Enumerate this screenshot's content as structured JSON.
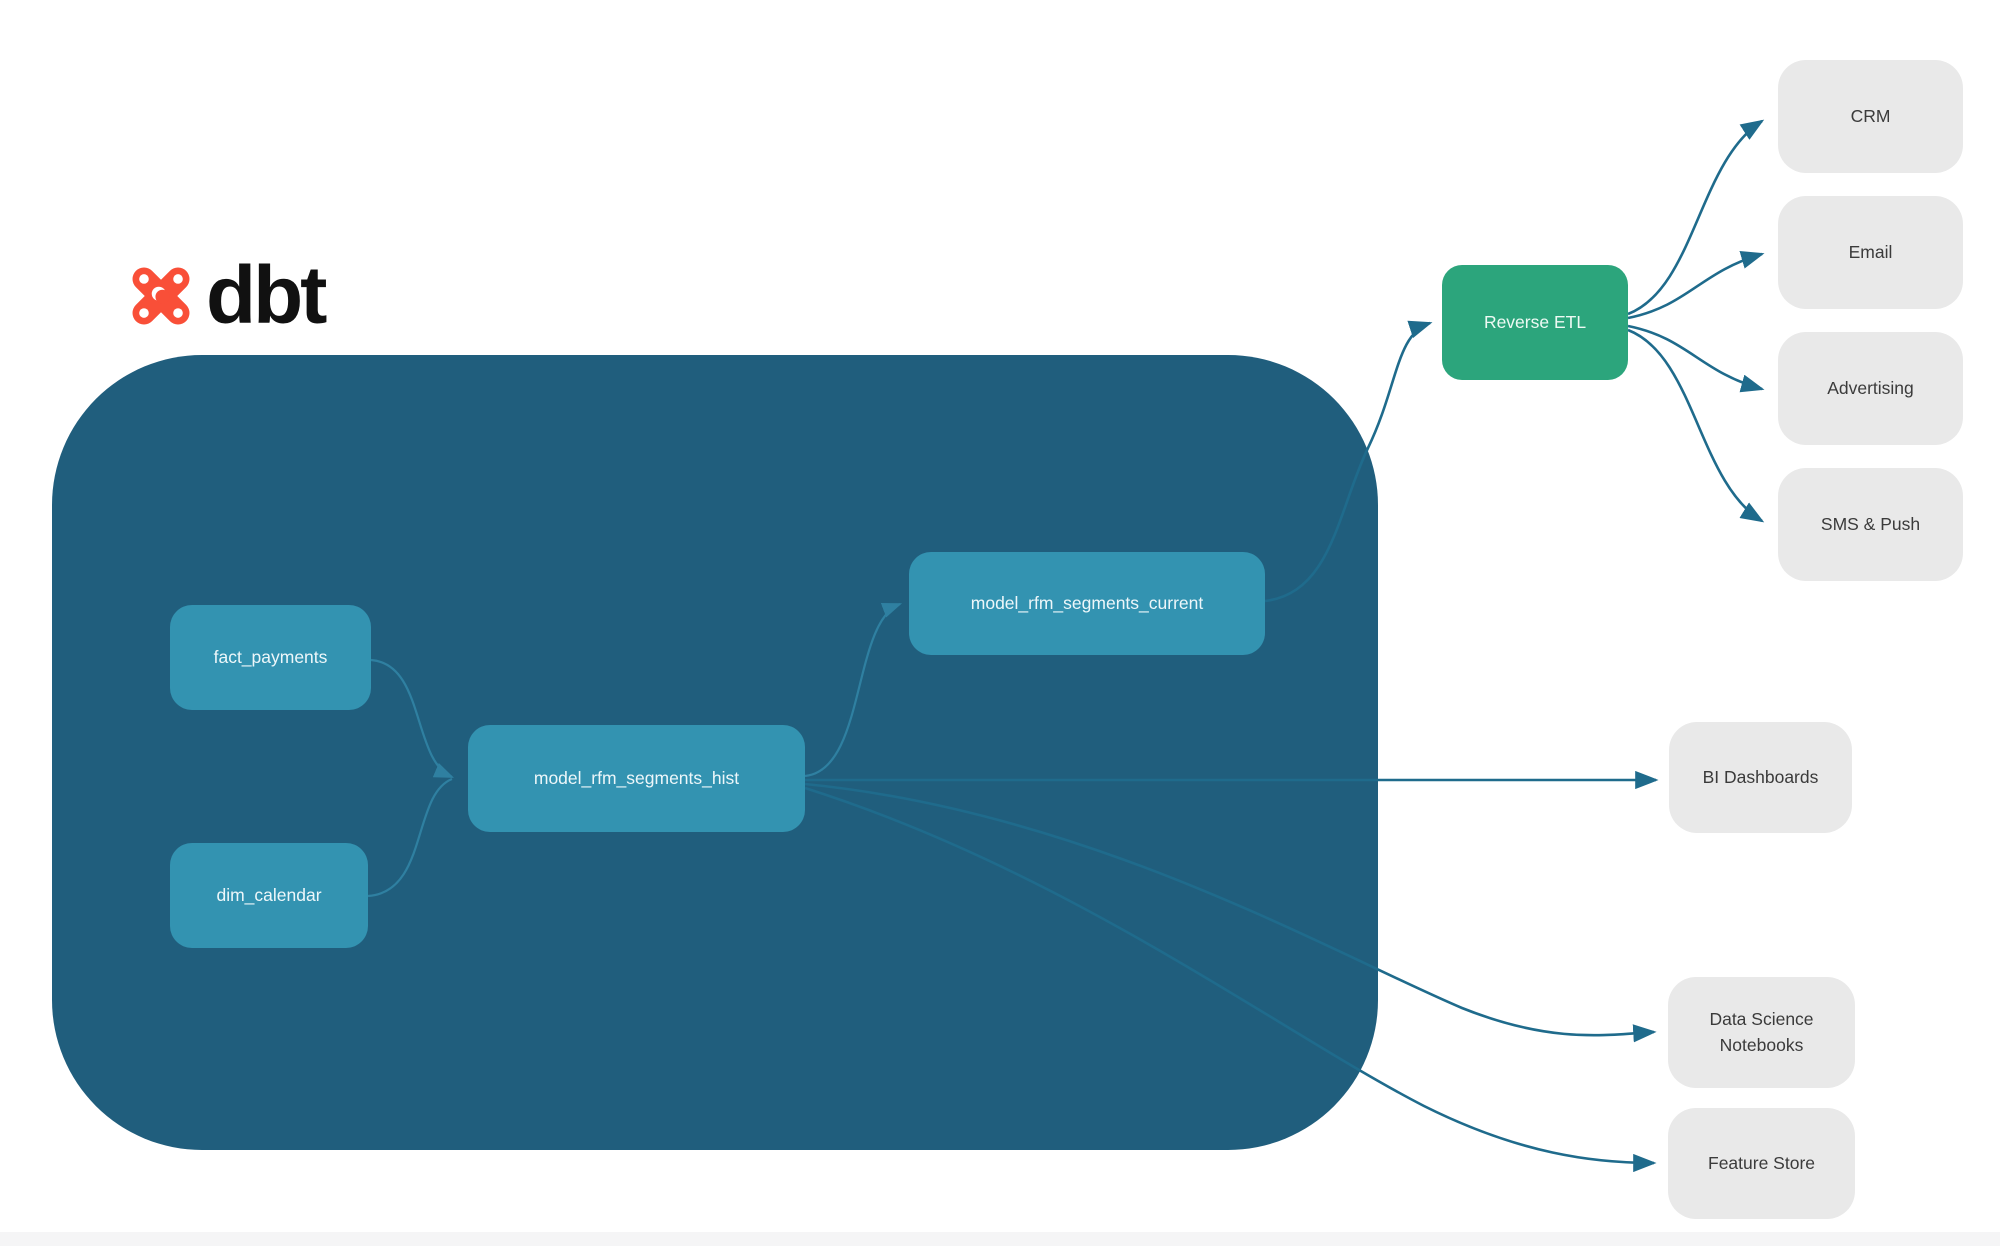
{
  "logo": {
    "brand": "dbt",
    "icon": "dbt-star-icon"
  },
  "colors": {
    "container_background": "#205e7d",
    "model_node": "#3393b1",
    "reverse_etl_node": "#2ca57c",
    "destination_node": "#e9e9e9",
    "edge_outside_container": "#1f6b8c",
    "edge_inside_container": "#2f80a1",
    "logo_orange": "#f94f38"
  },
  "nodes": {
    "fact_payments": {
      "label": "fact_payments"
    },
    "dim_calendar": {
      "label": "dim_calendar"
    },
    "model_rfm_segments_hist": {
      "label": "model_rfm_segments_hist"
    },
    "model_rfm_segments_current": {
      "label": "model_rfm_segments_current"
    },
    "reverse_etl": {
      "label": "Reverse ETL"
    },
    "crm": {
      "label": "CRM"
    },
    "email": {
      "label": "Email"
    },
    "advertising": {
      "label": "Advertising"
    },
    "sms_push": {
      "label": "SMS & Push"
    },
    "bi_dashboards": {
      "label": "BI Dashboards"
    },
    "data_science_notebooks": {
      "label": "Data Science Notebooks"
    },
    "feature_store": {
      "label": "Feature Store"
    }
  },
  "edges": [
    {
      "from": "fact_payments",
      "to": "model_rfm_segments_hist"
    },
    {
      "from": "dim_calendar",
      "to": "model_rfm_segments_hist"
    },
    {
      "from": "model_rfm_segments_hist",
      "to": "model_rfm_segments_current"
    },
    {
      "from": "model_rfm_segments_current",
      "to": "reverse_etl"
    },
    {
      "from": "reverse_etl",
      "to": "crm"
    },
    {
      "from": "reverse_etl",
      "to": "email"
    },
    {
      "from": "reverse_etl",
      "to": "advertising"
    },
    {
      "from": "reverse_etl",
      "to": "sms_push"
    },
    {
      "from": "model_rfm_segments_hist",
      "to": "bi_dashboards"
    },
    {
      "from": "model_rfm_segments_hist",
      "to": "data_science_notebooks"
    },
    {
      "from": "model_rfm_segments_hist",
      "to": "feature_store"
    }
  ]
}
